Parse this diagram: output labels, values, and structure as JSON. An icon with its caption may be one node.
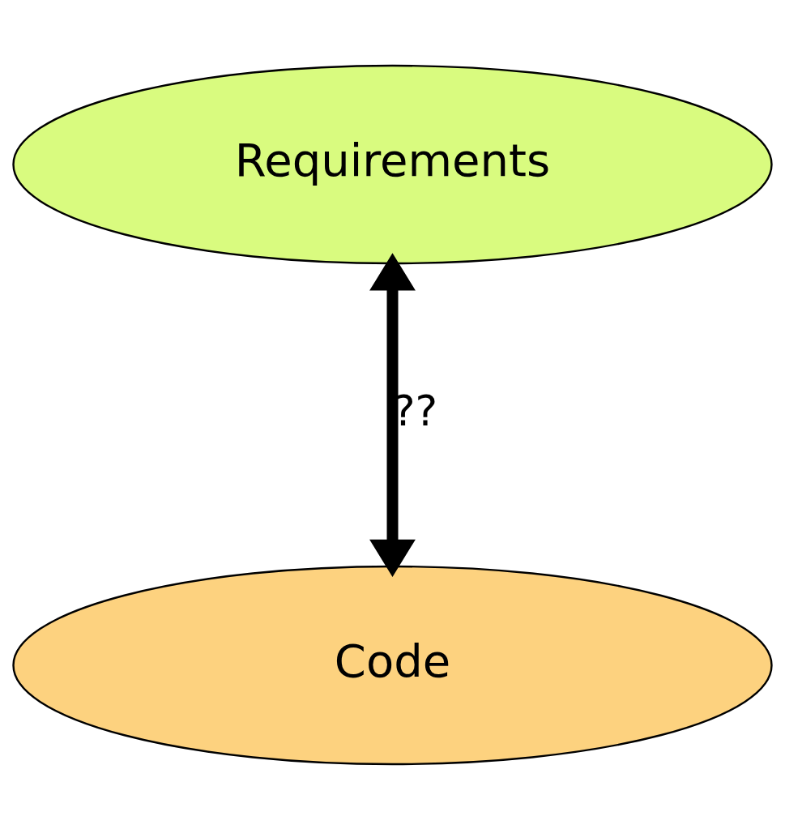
{
  "diagram": {
    "nodes": [
      {
        "text": [
          "Requirements"
        ]
      },
      {
        "text": [
          "Code"
        ]
      }
    ],
    "edges": [
      {
        "from": 0,
        "to": 1,
        "arrow": "both",
        "label": "??"
      }
    ]
  }
}
